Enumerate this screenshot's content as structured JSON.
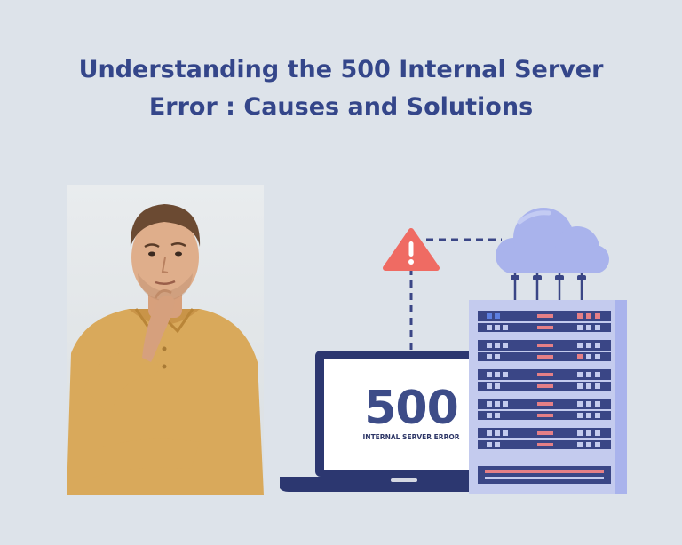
{
  "title": {
    "line1": "Understanding the 500 Internal Server",
    "line2": "Error : Causes and Solutions"
  },
  "error_screen": {
    "code": "500",
    "message": "INTERNAL SERVER ERROR"
  },
  "icons": {
    "warning": "warning-triangle-icon",
    "cloud": "cloud-icon",
    "server": "server-rack-icon",
    "laptop": "laptop-icon"
  },
  "colors": {
    "background": "#dde3ea",
    "title": "#34468a",
    "warning": "#ef6b63",
    "cloud": "#a9b3ec",
    "server_body": "#c4cbee",
    "accent_dark": "#3a4686"
  }
}
